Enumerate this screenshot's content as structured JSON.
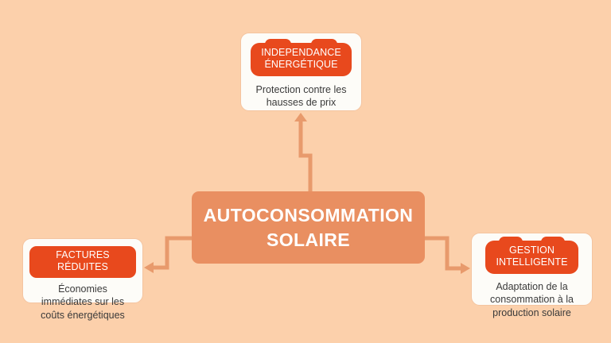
{
  "palette": {
    "background": "#FCD0AB",
    "center_fill": "#E98F61",
    "badge_fill": "#E8491D",
    "card_fill": "#FDFCF8",
    "card_border": "#F4C4A0",
    "connector": "#E89A6C",
    "body_text": "#3A3A3A",
    "center_text": "#FFFFFF",
    "badge_text": "#FFFFFF"
  },
  "center": {
    "title": "AUTOCONSOMMATION SOLAIRE"
  },
  "nodes": {
    "top": {
      "badge": "INDÉPENDANCE\nÉNERGÉTIQUE",
      "body": "Protection contre les\nhausses de prix"
    },
    "left": {
      "badge": "FACTURES RÉDUITES",
      "body": "Économies\nimmédiates sur les\ncoûts énergétiques"
    },
    "right": {
      "badge": "GESTION\nINTELLIGENTE",
      "body": "Adaptation de la\nconsommation à la\nproduction solaire"
    }
  }
}
